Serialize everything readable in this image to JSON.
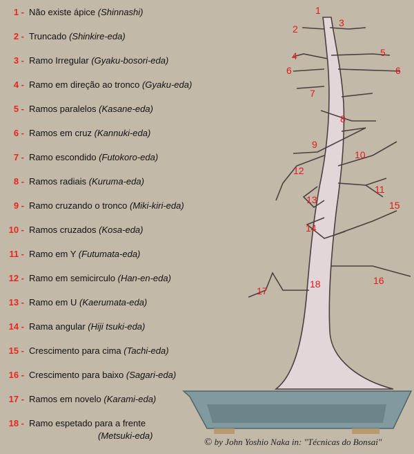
{
  "legend": [
    {
      "num": "1 -",
      "name": "Não existe ápice",
      "term": "(Shinnashi)"
    },
    {
      "num": "2 -",
      "name": "Truncado",
      "term": "(Shinkire-eda)"
    },
    {
      "num": "3 -",
      "name": "Ramo Irregular",
      "term": "(Gyaku-bosori-eda)"
    },
    {
      "num": "4 -",
      "name": "Ramo em direção ao tronco",
      "term": "(Gyaku-eda)"
    },
    {
      "num": "5 -",
      "name": "Ramos paralelos",
      "term": "(Kasane-eda)"
    },
    {
      "num": "6 -",
      "name": "Ramos em cruz",
      "term": "(Kannuki-eda)"
    },
    {
      "num": "7 -",
      "name": "Ramo escondido",
      "term": "(Futokoro-eda)"
    },
    {
      "num": "8 -",
      "name": "Ramos radiais",
      "term": "(Kuruma-eda)"
    },
    {
      "num": "9 -",
      "name": "Ramo cruzando o tronco",
      "term": "(Miki-kiri-eda)"
    },
    {
      "num": "10 -",
      "name": "Ramos cruzados",
      "term": "(Kosa-eda)"
    },
    {
      "num": "11 -",
      "name": "Ramo em Y",
      "term": "(Futumata-eda)"
    },
    {
      "num": "12 -",
      "name": "Ramo em semicirculo",
      "term": "(Han-en-eda)"
    },
    {
      "num": "13 -",
      "name": "Ramo em U",
      "term": "(Kaerumata-eda)"
    },
    {
      "num": "14 -",
      "name": "Rama angular",
      "term": "(Hiji tsuki-eda)"
    },
    {
      "num": "15 -",
      "name": "Crescimento para cima",
      "term": "(Tachi-eda)"
    },
    {
      "num": "16 -",
      "name": "Crescimento para baixo",
      "term": "(Sagari-eda)"
    },
    {
      "num": "17 -",
      "name": "Ramos em novelo",
      "term": "(Karami-eda)"
    },
    {
      "num": "18 -",
      "name": "Ramo espetado para a frente",
      "term": "(Metsuki-eda)"
    }
  ],
  "tree_labels": [
    "1",
    "2",
    "3",
    "4",
    "5",
    "6",
    "6",
    "7",
    "8",
    "9",
    "10",
    "11",
    "12",
    "13",
    "14",
    "15",
    "16",
    "17",
    "18"
  ],
  "credit": {
    "symbol": "©",
    "text": "by John Yoshio Naka in: \"Técnicas do Bonsai\""
  },
  "colors": {
    "background": "#c3b9a9",
    "number": "#e8261f",
    "trunk": "#e2d6d8",
    "pot": "#7f9ba0"
  }
}
